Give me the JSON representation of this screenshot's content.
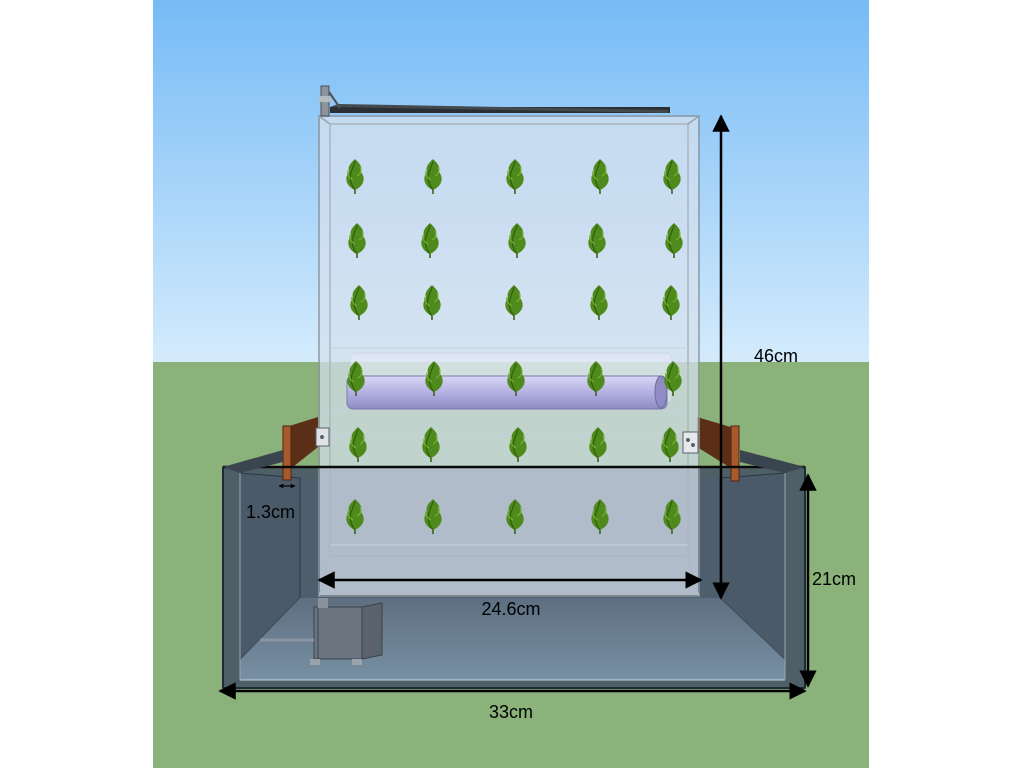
{
  "dimensions": {
    "height_tower": "46cm",
    "height_tank": "21cm",
    "width_panel": "24.6cm",
    "width_tank": "33cm",
    "thickness_bracket": "1.3cm"
  },
  "plants": {
    "columns": 5,
    "rows": 6
  },
  "colors": {
    "sky_top": "#76bbf6",
    "sky_bottom": "#cde6fb",
    "ground": "#8ab27a",
    "panel_fill": "#d9e3ef",
    "tank_water": "#6f8597",
    "pipe": "#b7b4e4",
    "bracket": "#a85a2c",
    "leaf": "#4f8a1c"
  }
}
